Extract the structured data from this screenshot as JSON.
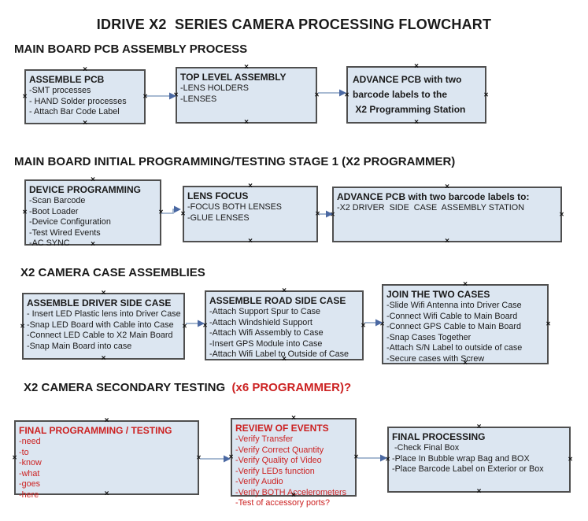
{
  "page_title": "IDRIVE X2  SERIES CAMERA PROCESSING FLOWCHART",
  "icons": {
    "connection_handle": "×"
  },
  "colors": {
    "background": "#ffffff",
    "box_fill": "#dce6f1",
    "box_border": "#4f4f4f",
    "text": "#1a1a1a",
    "red_text": "#cc2222",
    "arrow_line": "#8ca3c3",
    "arrow_head": "#4a68a2"
  },
  "sections": [
    {
      "heading": "MAIN BOARD PCB ASSEMBLY PROCESS",
      "boxes": [
        {
          "title": "ASSEMBLE PCB",
          "items": [
            "-SMT processes",
            "- HAND Solder processes",
            "- Attach Bar Code Label"
          ]
        },
        {
          "title": "TOP LEVEL ASSEMBLY",
          "items": [
            "-LENS HOLDERS",
            "-LENSES"
          ]
        },
        {
          "title": "ADVANCE PCB with two\nbarcode labels to the\n X2 Programming Station",
          "items": []
        }
      ]
    },
    {
      "heading": "MAIN BOARD INITIAL PROGRAMMING/TESTING STAGE 1 (X2 PROGRAMMER)",
      "boxes": [
        {
          "title": "DEVICE PROGRAMMING",
          "items": [
            "-Scan Barcode",
            "-Boot Loader",
            "-Device Configuration",
            "-Test Wired Events",
            "-AC SYNC"
          ]
        },
        {
          "title": "LENS FOCUS",
          "items": [
            "-FOCUS BOTH LENSES",
            "-GLUE LENSES"
          ]
        },
        {
          "title": "ADVANCE PCB with two barcode labels to:",
          "items": [
            "-X2 DRIVER  SIDE  CASE  ASSEMBLY STATION"
          ]
        }
      ]
    },
    {
      "heading": "X2 CAMERA CASE ASSEMBLIES",
      "boxes": [
        {
          "title": "ASSEMBLE DRIVER SIDE CASE",
          "items": [
            "- Insert LED Plastic lens into Driver Case",
            "-Snap LED Board with Cable into Case",
            "-Connect LED Cable to X2 Main Board",
            "-Snap Main Board into case"
          ]
        },
        {
          "title": "ASSEMBLE ROAD SIDE CASE",
          "items": [
            "-Attach Support Spur to Case",
            "-Attach Windshield Support",
            "-Attach Wifi Assembly to Case",
            "-Insert GPS Module into Case",
            "-Attach Wifi Label to Outside of Case"
          ]
        },
        {
          "title": "JOIN THE TWO CASES",
          "items": [
            "-Slide Wifi Antenna into Driver Case",
            "-Connect Wifi Cable to Main Board",
            "-Connect GPS Cable to Main Board",
            "-Snap Cases Together",
            "-Attach S/N Label to outside of case",
            "-Secure cases with Screw"
          ]
        }
      ]
    },
    {
      "heading": "X2 CAMERA SECONDARY TESTING ",
      "heading_red": " (x6 PROGRAMMER)?",
      "boxes": [
        {
          "title": "FINAL PROGRAMMING / TESTING",
          "items": [
            "-need",
            "-to",
            "-know",
            "-what",
            "-goes",
            "-here"
          ]
        },
        {
          "title": "REVIEW OF EVENTS",
          "items": [
            "-Verify Transfer",
            "-Verify Correct Quantity",
            "-Verify Quality of Video",
            "-Verify LEDs function",
            "-Verify Audio",
            "-Verify BOTH Accelerometers",
            "-Test of accessory ports?"
          ]
        },
        {
          "title": "FINAL PROCESSING",
          "items": [
            " -Check Final Box",
            "-Place In Bubble wrap Bag and BOX",
            "-Place Barcode Label on Exterior or Box"
          ]
        }
      ]
    }
  ]
}
